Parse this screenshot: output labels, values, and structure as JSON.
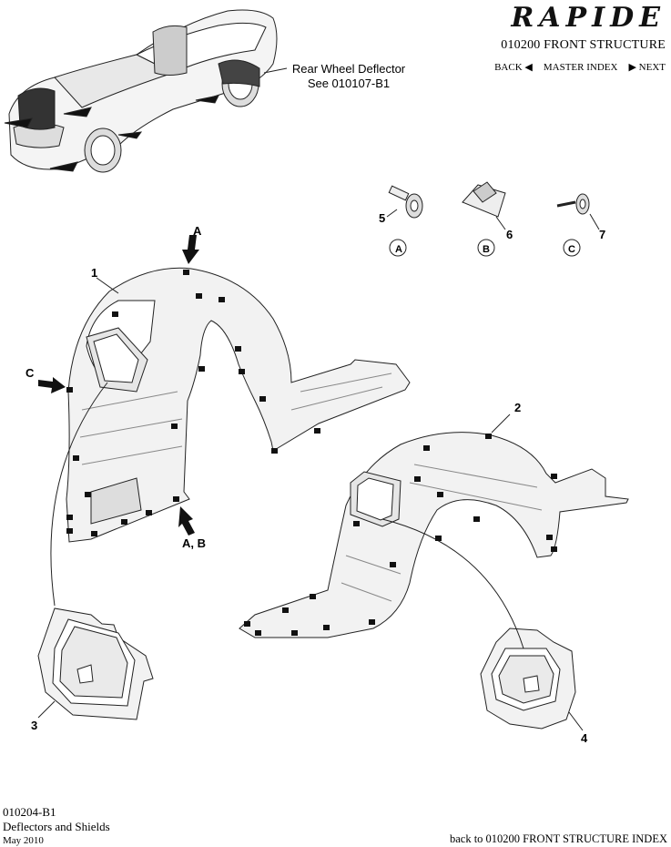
{
  "header": {
    "brand": "RAPIDE",
    "section_title": "010200 FRONT STRUCTURE",
    "nav": {
      "back": "BACK",
      "master_index": "MASTER INDEX",
      "next": "NEXT"
    }
  },
  "callout": {
    "line1": "Rear Wheel Deflector",
    "line2": "See 010107-B1"
  },
  "labels": {
    "part_1": "1",
    "part_2": "2",
    "part_3": "3",
    "part_4": "4",
    "part_5": "5",
    "part_6": "6",
    "part_7": "7",
    "arrow_a": "A",
    "arrow_c": "C",
    "arrow_ab": "A, B",
    "circle_a": "A",
    "circle_b": "B",
    "circle_c": "C"
  },
  "footer": {
    "code": "010204-B1",
    "name": "Deflectors and Shields",
    "date": "May 2010",
    "back_link": "back to 010200 FRONT STRUCTURE INDEX"
  }
}
